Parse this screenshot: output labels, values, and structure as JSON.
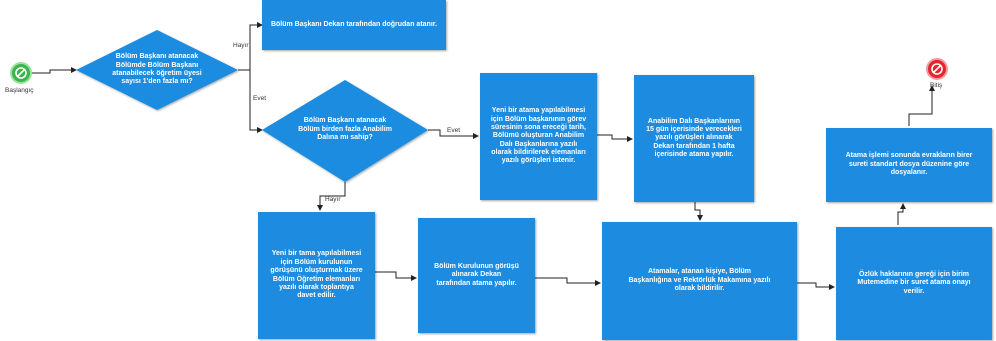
{
  "start_label": "Başlangıç",
  "end_label": "Bitiş",
  "decision1": "Bölüm Başkanı atanacak Bölümde Bölüm Başkanı atanabilecek öğretim üyesi sayısı 1'den fazla mı?",
  "decision2": "Bölüm Başkanı atanacak Bölüm birden fazla Anabilim Dalına mı sahip?",
  "edge_labels": {
    "d1_no": "Hayır",
    "d1_yes": "Evet",
    "d2_yes": "Evet",
    "d2_no": "Hayır"
  },
  "boxes": {
    "dekan_atama": "Bölüm Başkanı Dekan tarafından doğrudan atanır.",
    "gorus_istenir": "Yeni bir atama yapılabilmesi için Bölüm başkanının görev süresinin sona ereceği tarih, Bölümü oluşturan Anabilim Dalı Başkanlarına yazılı olarak bildirilerek elemanları yazılı görüşleri istenir.",
    "anabilim_15gun": "Anabilim Dalı Başkanlarının 15 gün içerisinde verecekleri yazılı görüşleri alınarak Dekan tarafından 1 hafta içerisinde atama yapılır.",
    "kurul_toplanti": "Yeni bir tama yapılabilmesi için Bölüm kurulunun görüşünü oluşturmak üzere Bölüm Öğretim elemanları yazılı olarak toplantıya davet edilir.",
    "kurul_gorusu": "Bölüm Kurulunun görüşü alınarak Dekan tarafından atama yapılır.",
    "bildirim": "Atamalar, atanan kişiye, Bölüm Başkanlığına ve Rektörlük Makamına yazılı olarak bildirilir.",
    "ozluk": "Özlük haklarının gereği için birim Mutemedine bir suret atama onayı verilir.",
    "dosyalama": "Atama işlemi sonunda evrakların birer sureti standart dosya düzenine göre dosyalanır."
  },
  "colors": {
    "box": "#1d8ce0",
    "start": "#3cb54a",
    "end": "#e5242b",
    "line": "#222222"
  }
}
